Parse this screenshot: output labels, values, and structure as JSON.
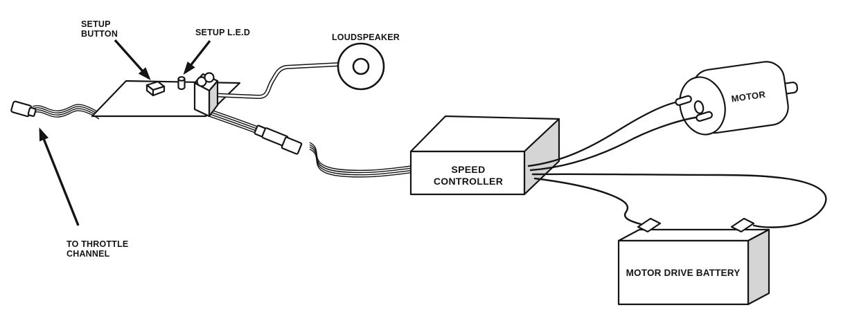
{
  "diagram": {
    "type": "wiring-diagram",
    "colors": {
      "line": "#141414",
      "fill": "#ffffff",
      "shade": "#d5d5d5",
      "background": "#ffffff"
    },
    "labels": {
      "setup_button_line1": "SETUP",
      "setup_button_line2": "BUTTON",
      "setup_led": "SETUP L.E.D",
      "loudspeaker": "LOUDSPEAKER",
      "speed_controller_line1": "SPEED",
      "speed_controller_line2": "CONTROLLER",
      "motor": "MOTOR",
      "motor_drive_battery": "MOTOR DRIVE BATTERY",
      "to_throttle_channel_line1": "TO THROTTLE",
      "to_throttle_channel_line2": "CHANNEL"
    }
  }
}
